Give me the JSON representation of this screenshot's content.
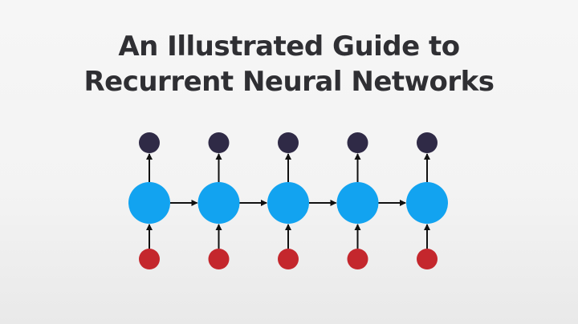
{
  "title": {
    "line1": "An Illustrated Guide to",
    "line2": "Recurrent Neural Networks"
  },
  "diagram": {
    "timesteps": 5,
    "colors": {
      "hidden": "#12a3f0",
      "output": "#2f2a46",
      "input": "#c4272d",
      "arrow": "#111111"
    }
  }
}
